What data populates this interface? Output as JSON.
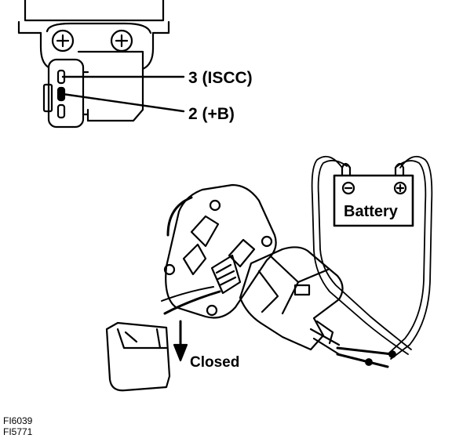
{
  "labels": {
    "pin3": "3 (ISCC)",
    "pin2": "2 (+B)",
    "battery": "Battery",
    "battery_neg": "⊖",
    "battery_pos": "⊕",
    "closed": "Closed"
  },
  "figure_codes": [
    "FI6039",
    "FI5771"
  ]
}
